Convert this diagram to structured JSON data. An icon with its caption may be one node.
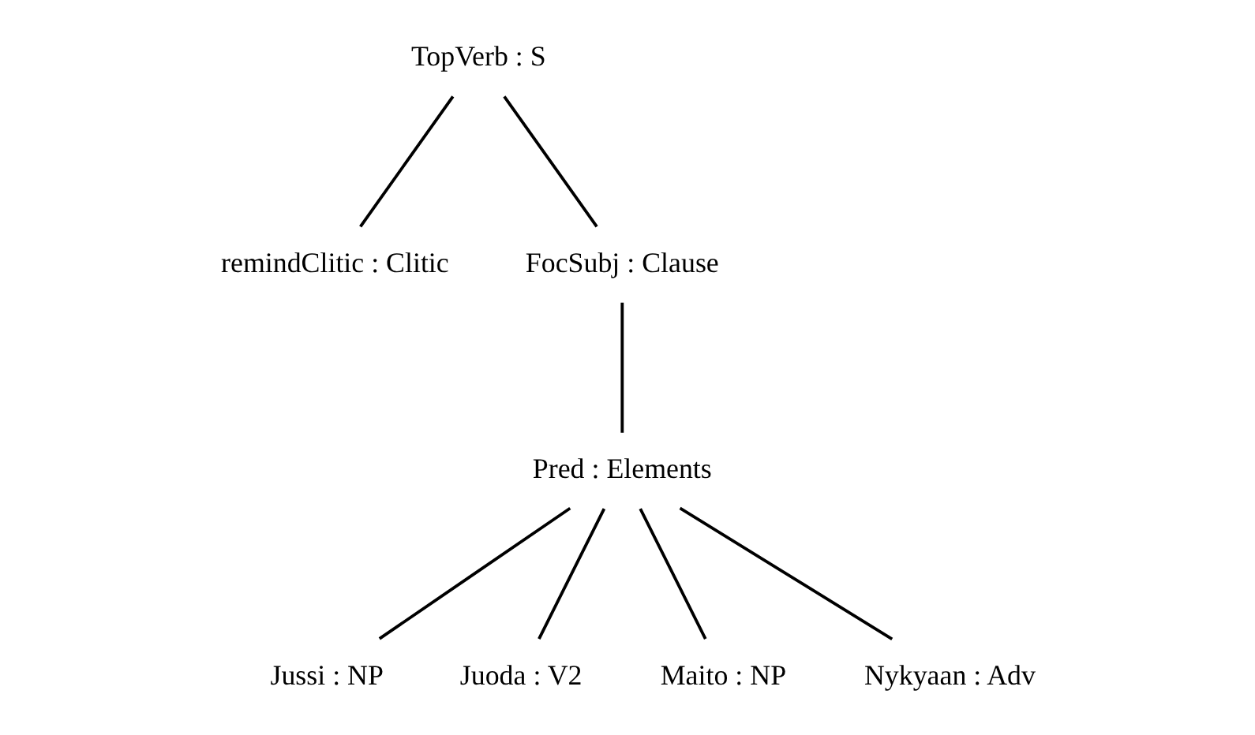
{
  "diagram": {
    "nodes": [
      {
        "text": [
          "TopVerb : S"
        ]
      },
      {
        "text": [
          "remindClitic : Clitic"
        ]
      },
      {
        "text": [
          "FocSubj : Clause"
        ]
      },
      {
        "text": [
          "Pred : Elements"
        ]
      },
      {
        "text": [
          "Jussi : NP"
        ]
      },
      {
        "text": [
          "Juoda : V2"
        ]
      },
      {
        "text": [
          "Maito : NP"
        ]
      },
      {
        "text": [
          "Nykyaan : Adv"
        ]
      }
    ],
    "edges": [
      {
        "from": 0,
        "to": 1,
        "arrow": "none"
      },
      {
        "from": 0,
        "to": 2,
        "arrow": "none"
      },
      {
        "from": 2,
        "to": 3,
        "arrow": "none"
      },
      {
        "from": 3,
        "to": 4,
        "arrow": "none"
      },
      {
        "from": 3,
        "to": 5,
        "arrow": "none"
      },
      {
        "from": 3,
        "to": 6,
        "arrow": "none"
      },
      {
        "from": 3,
        "to": 7,
        "arrow": "none"
      }
    ]
  }
}
